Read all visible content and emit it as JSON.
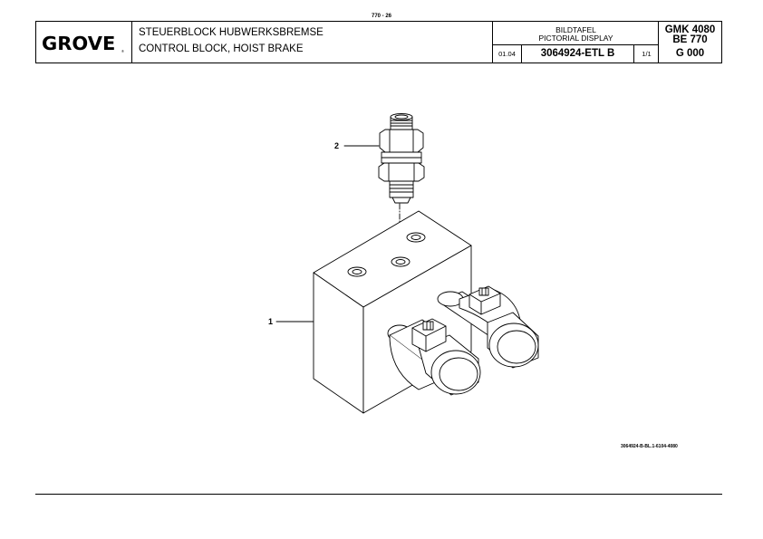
{
  "page_number": "770 - 26",
  "title_block": {
    "logo": "GROVE",
    "logo_mark": "®",
    "description_de": "STEUERBLOCK HUBWERKSBREMSE",
    "description_en": "CONTROL BLOCK, HOIST BRAKE",
    "display_label_de": "BILDTAFEL",
    "display_label_en": "PICTORIAL DISPLAY",
    "date": "01.04",
    "document_number": "3064924-ETL B",
    "sheet": "1/1",
    "model": "GMK 4080",
    "variant": "BE 770",
    "group": "G 000"
  },
  "drawing": {
    "callouts": [
      "2",
      "1"
    ],
    "reference": "3064924-B-BL.1-6104-4080"
  }
}
